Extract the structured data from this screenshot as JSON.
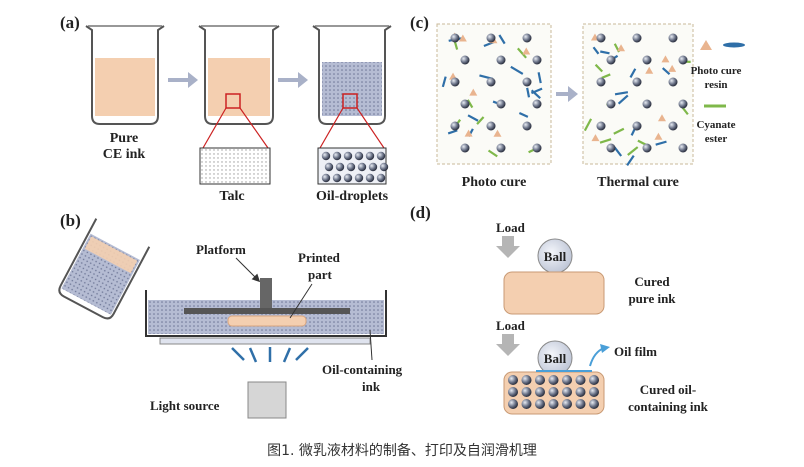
{
  "panels": {
    "a": {
      "label": "(a)",
      "beaker1": "Pure",
      "beaker1b": "CE ink",
      "talc": "Talc",
      "droplets": "Oil-droplets"
    },
    "b": {
      "label": "(b)",
      "platform": "Platform",
      "printed1": "Printed",
      "printed2": "part",
      "oil1": "Oil-containing",
      "oil2": "ink",
      "light": "Light source"
    },
    "c": {
      "label": "(c)",
      "photo": "Photo cure",
      "thermal": "Thermal cure",
      "legend_resin1": "Photo cure",
      "legend_resin2": "resin",
      "legend_ce1": "Cyanate",
      "legend_ce2": "ester"
    },
    "d": {
      "label": "(d)",
      "load1": "Load",
      "ball1": "Ball",
      "cured1a": "Cured",
      "cured1b": "pure ink",
      "load2": "Load",
      "ball2": "Ball",
      "oilfilm": "Oil film",
      "cured2a": "Cured oil-",
      "cured2b": "containing ink"
    }
  },
  "caption": "图1. 微乳液材料的制备、打印及自润滑机理",
  "colors": {
    "ink": "#f4cfb0",
    "ink_dark": "#e7b792",
    "oil": "#b9bfd6",
    "arrow": "#a9b1c8",
    "resin": "#e9b48f",
    "ce": "#7fb84a",
    "chain": "#2f6fa8",
    "ball": "#5b6478"
  }
}
